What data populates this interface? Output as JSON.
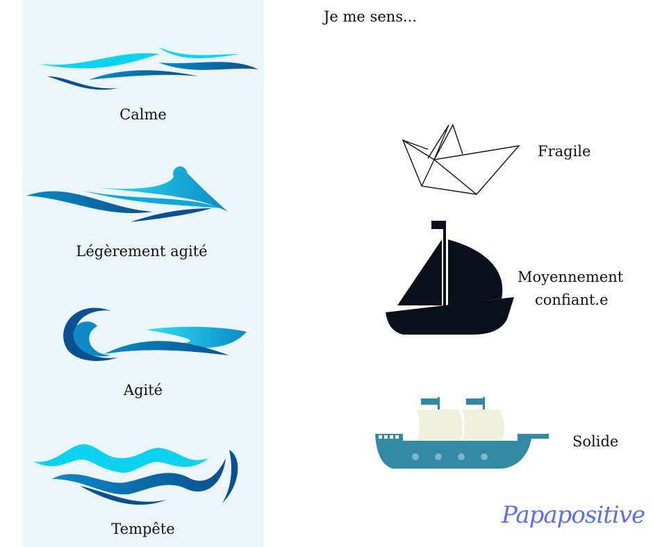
{
  "title": "Je me sens...",
  "sea_states": [
    {
      "label": "Calme",
      "icon": "calm-waves-icon"
    },
    {
      "label": "Légèrement agité",
      "icon": "slightly-rough-waves-icon"
    },
    {
      "label": "Agité",
      "icon": "rough-waves-icon"
    },
    {
      "label": "Tempête",
      "icon": "storm-waves-icon"
    }
  ],
  "boats": [
    {
      "label": "Fragile",
      "icon": "paper-boat-icon"
    },
    {
      "label_line1": "Moyennement",
      "label_line2": "confiant.e",
      "icon": "sailboat-icon"
    },
    {
      "label": "Solide",
      "icon": "ship-icon"
    }
  ],
  "brand": {
    "logo_text": "Papapositive"
  },
  "colors": {
    "panel": "#ebf6fb",
    "light_blue": "#0bd3ef",
    "mid_blue": "#0a8ac6",
    "dark_blue": "#0a4f8f",
    "ship": "#3289a3",
    "sail": "#f0f0dc",
    "logo": "#5b6ef0"
  }
}
